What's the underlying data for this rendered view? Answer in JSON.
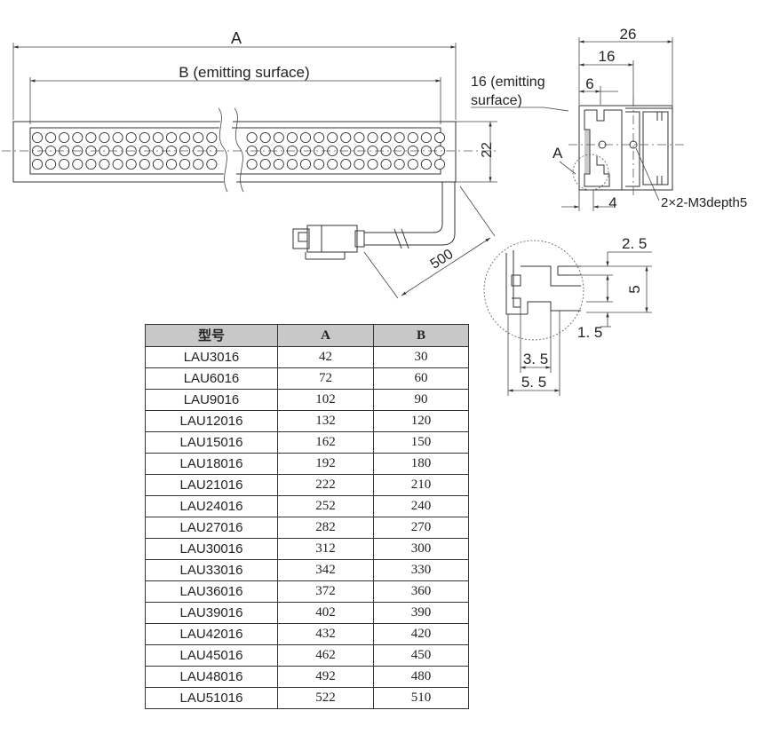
{
  "front_view": {
    "dim_a": "A",
    "dim_b": "B (emitting surface)",
    "dim_22": "22",
    "dim_cable": "500"
  },
  "side_view": {
    "dim_26": "26",
    "dim_16": "16",
    "dim_6": "6",
    "dim_emitting": [
      "16 (emitting",
      "surface)"
    ],
    "label_a": "A",
    "dim_4": "4",
    "screw_note": "2×2-M3depth5"
  },
  "detail_view": {
    "dim_2_5": "2. 5",
    "dim_5": "5",
    "dim_1_5": "1. 5",
    "dim_3_5": "3. 5",
    "dim_5_5": "5. 5"
  },
  "table": {
    "headers": [
      "型号",
      "A",
      "B"
    ],
    "rows": [
      [
        "LAU3016",
        "42",
        "30"
      ],
      [
        "LAU6016",
        "72",
        "60"
      ],
      [
        "LAU9016",
        "102",
        "90"
      ],
      [
        "LAU12016",
        "132",
        "120"
      ],
      [
        "LAU15016",
        "162",
        "150"
      ],
      [
        "LAU18016",
        "192",
        "180"
      ],
      [
        "LAU21016",
        "222",
        "210"
      ],
      [
        "LAU24016",
        "252",
        "240"
      ],
      [
        "LAU27016",
        "282",
        "270"
      ],
      [
        "LAU30016",
        "312",
        "300"
      ],
      [
        "LAU33016",
        "342",
        "330"
      ],
      [
        "LAU36016",
        "372",
        "360"
      ],
      [
        "LAU39016",
        "402",
        "390"
      ],
      [
        "LAU42016",
        "432",
        "420"
      ],
      [
        "LAU45016",
        "462",
        "450"
      ],
      [
        "LAU48016",
        "492",
        "480"
      ],
      [
        "LAU51016",
        "522",
        "510"
      ]
    ]
  }
}
